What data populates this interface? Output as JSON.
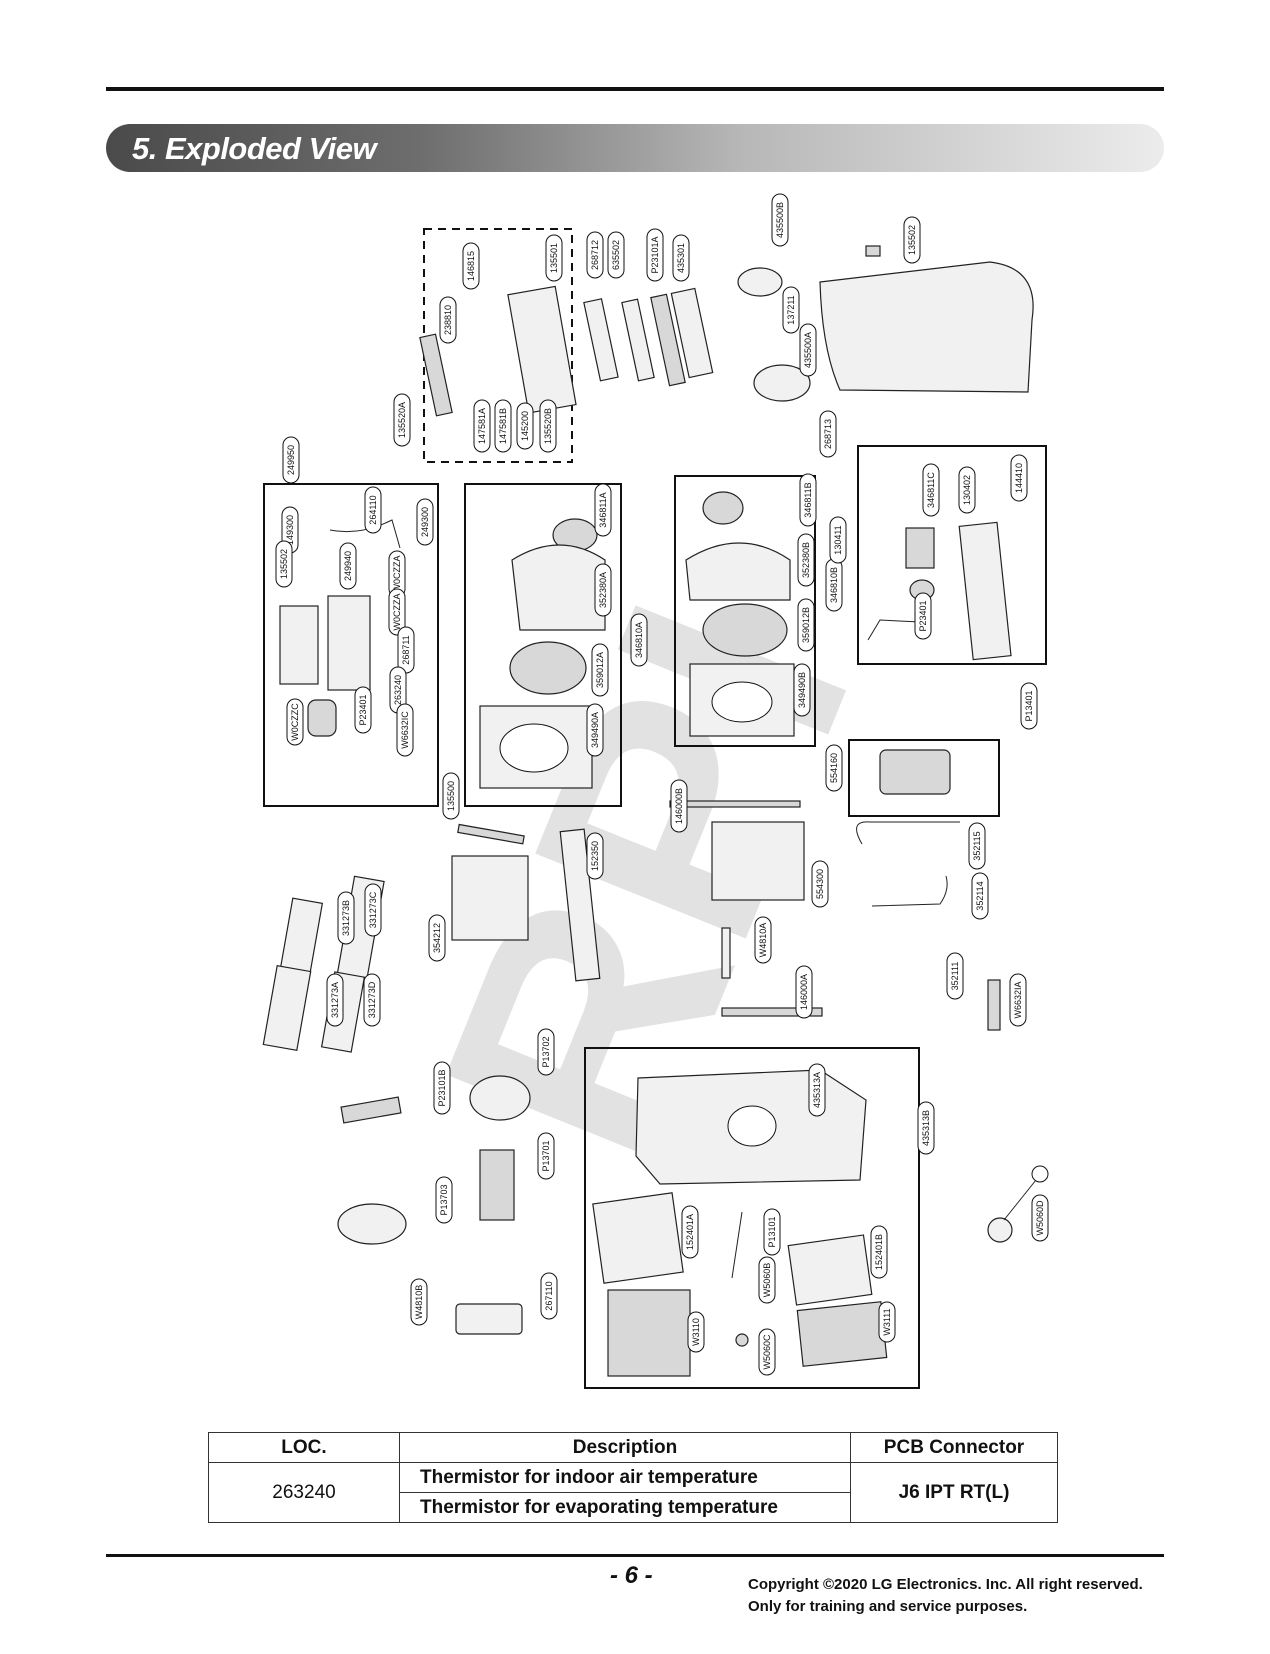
{
  "section": {
    "title": "5. Exploded View"
  },
  "watermark": "RPI",
  "part_labels": {
    "p1": "249950",
    "p2": "135520A",
    "p3": "238810",
    "p4": "146815",
    "p5": "135501",
    "p6": "147581A",
    "p7": "147581B",
    "p8": "145200",
    "p9": "135520B",
    "p10": "268712",
    "p11": "635502",
    "p12": "P23101A",
    "p13": "435301",
    "p14": "435500B",
    "p15": "137211",
    "p16": "435500A",
    "p17": "135502",
    "p18": "268713",
    "p19": "149300",
    "p20": "264110",
    "p21": "249300",
    "p22": "135502",
    "p23": "249940",
    "p24": "W0CZZA",
    "p25": "W0CZZA",
    "p26": "268711",
    "p27": "263240",
    "p28": "W0CZZC",
    "p29": "P23401",
    "p30": "W6632IC",
    "p31": "346811A",
    "p32": "352380A",
    "p33": "359012A",
    "p34": "349490A",
    "p35": "346810A",
    "p36": "346811B",
    "p37": "352380B",
    "p38": "359012B",
    "p39": "349490B",
    "p40": "346810B",
    "p41": "130411",
    "p42": "346811C",
    "p43": "130402",
    "p44": "144410",
    "p45": "P23401",
    "p46": "P13401",
    "p47": "554160",
    "p48": "135500",
    "p49": "146000B",
    "p50": "331273B",
    "p51": "331273C",
    "p52": "331273A",
    "p53": "331273D",
    "p54": "354212",
    "p55": "152350",
    "p56": "554300",
    "p57": "W4810A",
    "p58": "146000A",
    "p59": "352115",
    "p60": "352114",
    "p61": "352111",
    "p62": "W6632IA",
    "p63": "P23101B",
    "p64": "P13702",
    "p65": "P13701",
    "p66": "P13703",
    "p67": "W4810B",
    "p68": "267110",
    "p69": "435313A",
    "p70": "435313B",
    "p71": "152401A",
    "p72": "P13101",
    "p73": "W5060B",
    "p74": "152401B",
    "p75": "W3110",
    "p76": "W5060C",
    "p77": "W3111",
    "p78": "W5060D"
  },
  "loc_table": {
    "headers": {
      "loc": "LOC.",
      "description": "Description",
      "pcb": "PCB Connector"
    },
    "loc": "263240",
    "desc1": "Thermistor for indoor air temperature",
    "desc2": "Thermistor for evaporating temperature",
    "pcb": "J6 IPT RT(L)"
  },
  "footer": {
    "page": "- 6 -",
    "copyright": "Copyright ©2020 LG Electronics. Inc. All right reserved.",
    "notice": "Only for training and service purposes."
  }
}
